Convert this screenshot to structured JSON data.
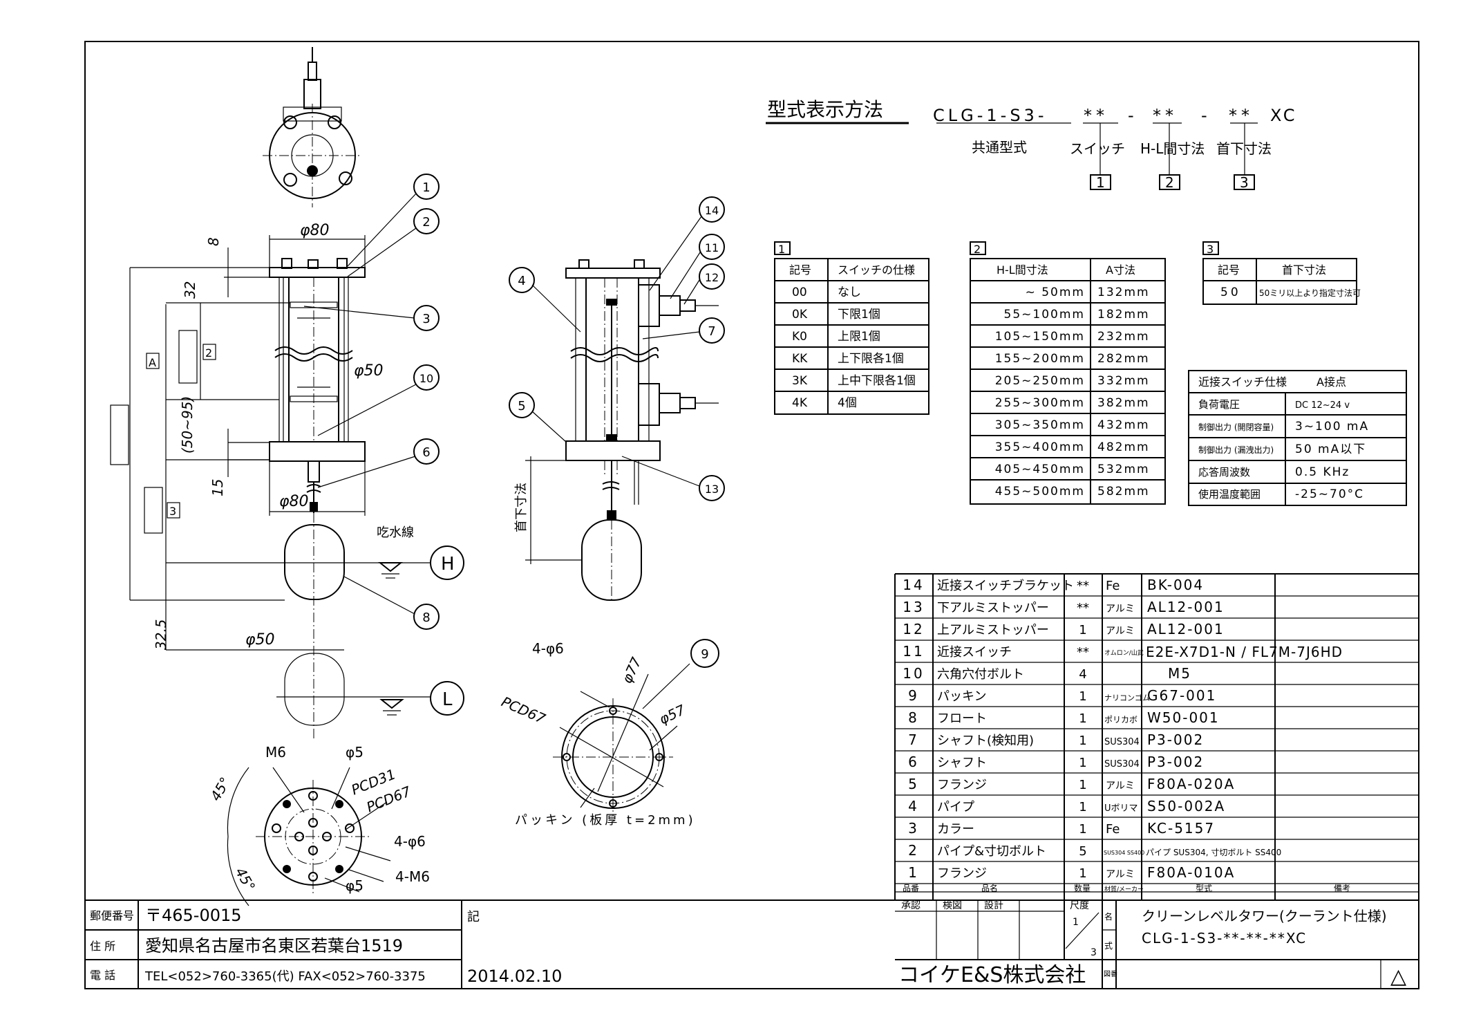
{
  "model_format": {
    "heading": "型式表示方法",
    "code_parts": [
      "CLG-1-S3-",
      "**",
      "-",
      "**",
      "-",
      "**",
      "XC"
    ],
    "labels": [
      "共通型式",
      "スイッチ",
      "H-L間寸法",
      "首下寸法"
    ],
    "boxes": [
      "1",
      "2",
      "3"
    ]
  },
  "table1": {
    "tag": "1",
    "headers": [
      "記号",
      "スイッチの仕様"
    ],
    "rows": [
      [
        "00",
        "なし"
      ],
      [
        "0K",
        "下限1個"
      ],
      [
        "K0",
        "上限1個"
      ],
      [
        "KK",
        "上下限各1個"
      ],
      [
        "3K",
        "上中下限各1個"
      ],
      [
        "4K",
        "4個"
      ]
    ]
  },
  "table2": {
    "tag": "2",
    "headers": [
      "H-L間寸法",
      "A寸法"
    ],
    "rows": [
      [
        "~ 50mm",
        "132mm"
      ],
      [
        "55~100mm",
        "182mm"
      ],
      [
        "105~150mm",
        "232mm"
      ],
      [
        "155~200mm",
        "282mm"
      ],
      [
        "205~250mm",
        "332mm"
      ],
      [
        "255~300mm",
        "382mm"
      ],
      [
        "305~350mm",
        "432mm"
      ],
      [
        "355~400mm",
        "482mm"
      ],
      [
        "405~450mm",
        "532mm"
      ],
      [
        "455~500mm",
        "582mm"
      ]
    ]
  },
  "table3": {
    "tag": "3",
    "headers": [
      "記号",
      "首下寸法"
    ],
    "rows": [
      [
        "50",
        "50ミリ以上より指定寸法可"
      ]
    ]
  },
  "spec_table": {
    "headers": [
      "近接スイッチ仕様",
      "A接点"
    ],
    "rows": [
      [
        "負荷電圧",
        "DC 12~24 v"
      ],
      [
        "制御出力 (開閉容量)",
        "3~100 mA"
      ],
      [
        "制御出力 (漏洩出力)",
        "50 mA以下"
      ],
      [
        "応答周波数",
        "0.5 KHz"
      ],
      [
        "使用温度範囲",
        "-25~70°C"
      ]
    ]
  },
  "parts_list": {
    "rows": [
      [
        "14",
        "近接スイッチブラケット",
        "**",
        "Fe",
        "BK-004",
        ""
      ],
      [
        "13",
        "下アルミストッパー",
        "**",
        "アルミ",
        "AL12-001",
        ""
      ],
      [
        "12",
        "上アルミストッパー",
        "1",
        "アルミ",
        "AL12-001",
        ""
      ],
      [
        "11",
        "近接スイッチ",
        "**",
        "オムロン/山武",
        "E2E-X7D1-N / FL7M-7J6HD",
        ""
      ],
      [
        "10",
        "六角穴付ボルト",
        "4",
        "",
        "M5",
        ""
      ],
      [
        "9",
        "パッキン",
        "1",
        "ナリコンゴム",
        "G67-001",
        ""
      ],
      [
        "8",
        "フロート",
        "1",
        "ポリカボ",
        "W50-001",
        ""
      ],
      [
        "7",
        "シャフト(検知用)",
        "1",
        "SUS304",
        "P3-002",
        ""
      ],
      [
        "6",
        "シャフト",
        "1",
        "SUS304",
        "P3-002",
        ""
      ],
      [
        "5",
        "フランジ",
        "1",
        "アルミ",
        "F80A-020A",
        ""
      ],
      [
        "4",
        "パイプ",
        "1",
        "Uボリマ",
        "S50-002A",
        ""
      ],
      [
        "3",
        "カラー",
        "1",
        "Fe",
        "KC-5157",
        ""
      ],
      [
        "2",
        "パイプ&寸切ボルト",
        "5",
        "SUS304 SS400",
        "パイプ SUS304, 寸切ボルト SS400",
        ""
      ],
      [
        "1",
        "フランジ",
        "1",
        "アルミ",
        "F80A-010A",
        ""
      ]
    ],
    "headers": [
      "品番",
      "品名",
      "数量",
      "材質/メーカー",
      "型式",
      "備考"
    ]
  },
  "title_block": {
    "approval_labels": [
      "承認",
      "検図",
      "設計"
    ],
    "scale_label": "尺度",
    "scale_value_top": "1",
    "scale_value_bottom": "3",
    "name_label": "名",
    "type_label": "式",
    "drawing_no_label": "図番",
    "product_name": "クリーンレベルタワー(クーラント仕様)",
    "product_code": "CLG-1-S3-**-**-**XC",
    "company": "コイケE&S株式会社",
    "revision_mark": "△"
  },
  "address_block": {
    "rows": [
      [
        "郵便番号",
        "〒465-0015"
      ],
      [
        "住 所",
        "愛知県名古屋市名東区若葉台1519"
      ],
      [
        "電 話",
        "TEL<052>760-3365(代)  FAX<052>760-3375"
      ]
    ],
    "note_label": "記",
    "date": "2014.02.10"
  },
  "drawing_labels": {
    "dim_phi80_top": "φ80",
    "dim_8": "8",
    "dim_32": "32",
    "dim_phi50": "φ50",
    "dim_50_95": "(50~95)",
    "dim_15": "15",
    "dim_phi80_bottom": "φ80",
    "dim_325": "32.5",
    "dim_phi50_float": "φ50",
    "box_A": "A",
    "box_2": "2",
    "box_3": "3",
    "waterline": "吃水線",
    "level_H": "H",
    "level_L": "L",
    "neck": "首下寸法",
    "flange_m6": "M6",
    "flange_phi5a": "φ5",
    "flange_pcd31": "PCD31",
    "flange_pcd67": "PCD67",
    "flange_4phi6": "4-φ6",
    "flange_4m6": "4-M6",
    "flange_phi5b": "φ5",
    "flange_45a": "45°",
    "flange_45b": "45°",
    "packing_4phi6": "4-φ6",
    "packing_phi77": "φ77",
    "packing_pcd67": "PCD67",
    "packing_phi57": "φ57",
    "packing_caption": "パッキン (板厚 t=2mm)",
    "balloons": [
      "1",
      "2",
      "3",
      "10",
      "6",
      "8",
      "14",
      "11",
      "12",
      "7",
      "4",
      "5",
      "13",
      "9"
    ]
  }
}
